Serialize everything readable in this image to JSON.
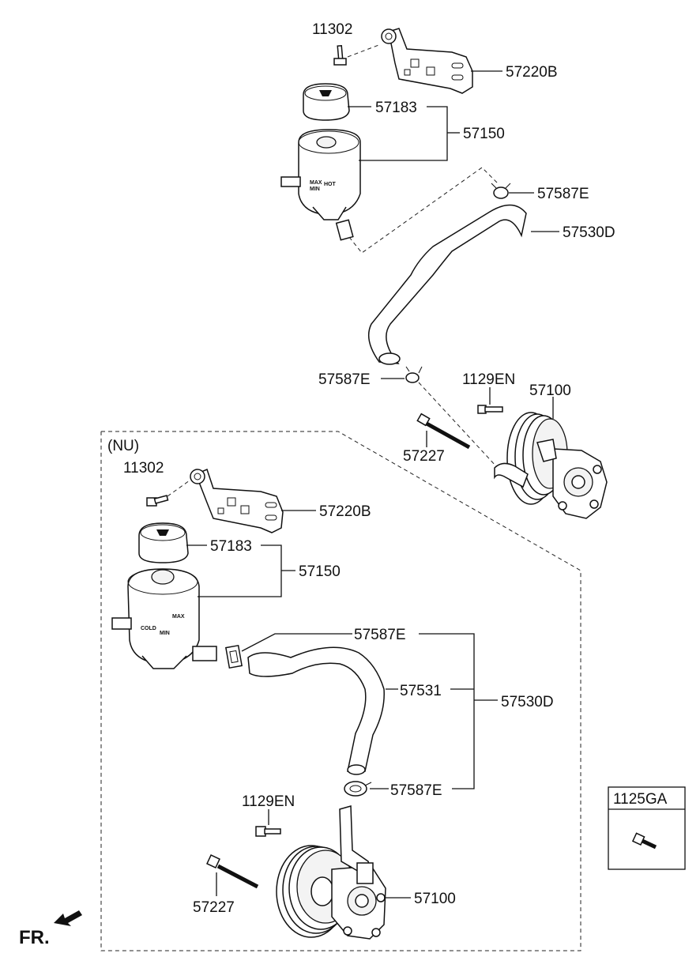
{
  "diagram": {
    "upper": {
      "labels": {
        "bolt_11302": "11302",
        "bracket_57220B": "57220B",
        "cap_57183": "57183",
        "reservoir_57150": "57150",
        "clamp_57587E_top": "57587E",
        "hose_57530D": "57530D",
        "clamp_57587E_bottom": "57587E",
        "bolt_1129EN": "1129EN",
        "pump_57100": "57100",
        "bolt_57227": "57227"
      }
    },
    "nu_section": {
      "title": "(NU)",
      "labels": {
        "bolt_11302": "11302",
        "bracket_57220B": "57220B",
        "cap_57183": "57183",
        "reservoir_57150": "57150",
        "clamp_57587E_top": "57587E",
        "hose_57531": "57531",
        "hose_assy_57530D": "57530D",
        "clamp_57587E_bottom": "57587E",
        "bolt_1129EN": "1129EN",
        "bolt_57227": "57227",
        "pump_57100": "57100"
      }
    },
    "legend_box": {
      "label": "1125GA"
    },
    "direction": {
      "label": "FR."
    },
    "reservoir_markings": {
      "hot": "HOT",
      "max": "MAX",
      "min": "MIN",
      "cold": "COLD"
    }
  }
}
